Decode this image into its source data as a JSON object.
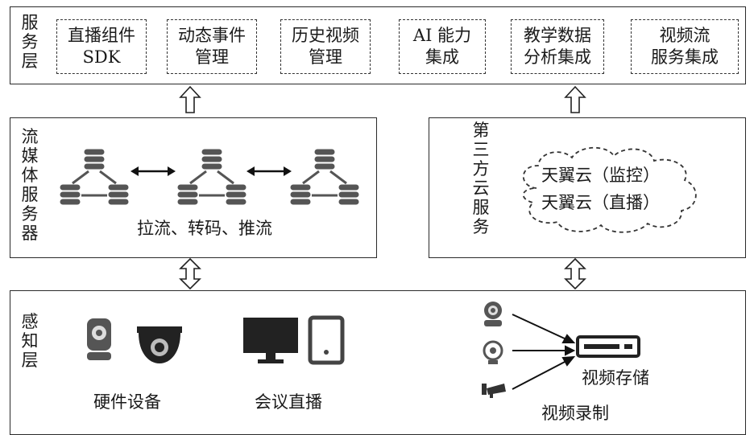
{
  "service_layer": {
    "label": [
      "服",
      "务",
      "层"
    ],
    "modules": [
      {
        "line1": "直播组件",
        "line2": "SDK"
      },
      {
        "line1": "动态事件",
        "line2": "管理"
      },
      {
        "line1": "历史视频",
        "line2": "管理"
      },
      {
        "line1": "AI 能力",
        "line2": "集成"
      },
      {
        "line1": "教学数据",
        "line2": "分析集成"
      },
      {
        "line1": "视频流",
        "line2": "服务集成"
      }
    ]
  },
  "streaming_server": {
    "label": [
      "流",
      "媒",
      "体",
      "服",
      "务",
      "器"
    ],
    "caption": "拉流、转码、推流"
  },
  "third_party": {
    "label": [
      "第",
      "三",
      "方",
      "云",
      "服",
      "务"
    ],
    "items": [
      "天翼云（监控）",
      "天翼云（直播）"
    ]
  },
  "perception_layer": {
    "label": [
      "感",
      "知",
      "层"
    ],
    "hardware_caption": "硬件设备",
    "meeting_caption": "会议直播",
    "storage_caption": "视频存储",
    "recording_caption": "视频录制"
  },
  "icons": {
    "server_cluster": "database-triangle-icon",
    "webcam": "webcam-icon",
    "dome_camera": "dome-camera-icon",
    "monitor": "monitor-icon",
    "tablet": "tablet-icon",
    "nvr": "video-recorder-icon"
  }
}
